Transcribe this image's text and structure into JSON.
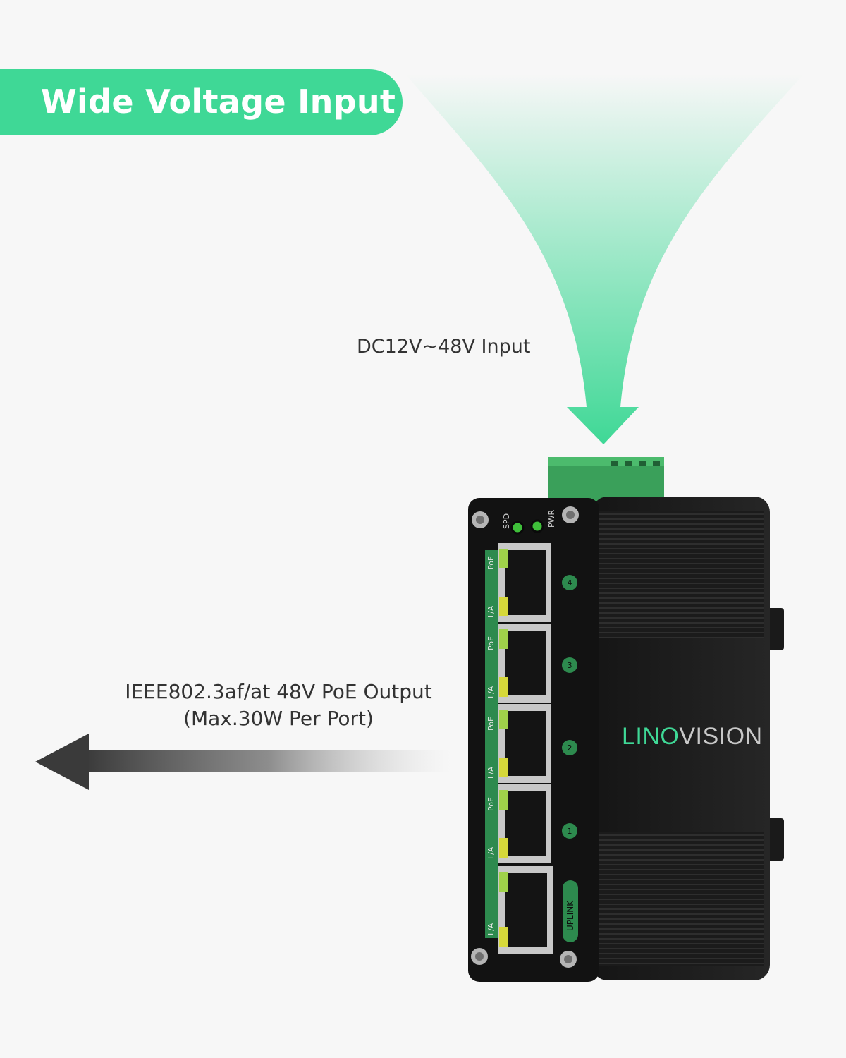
{
  "banner": {
    "title": "Wide Voltage Input"
  },
  "input_label": "DC12V~48V Input",
  "output_label": {
    "line1": "IEEE802.3af/at 48V PoE Output",
    "line2": "(Max.30W Per Port)"
  },
  "device": {
    "brand_part1": "LINO",
    "brand_part2": "VISION",
    "led_labels": [
      "SPD",
      "PWR"
    ],
    "port_numbers": [
      "4",
      "3",
      "2",
      "1"
    ],
    "port_side_labels": [
      "PoE",
      "L/A"
    ],
    "uplink_label": "UPLINK"
  },
  "colors": {
    "accent": "#3fd896",
    "arrow_dark": "#3c3c3c",
    "device_body": "#1e1e1e"
  }
}
